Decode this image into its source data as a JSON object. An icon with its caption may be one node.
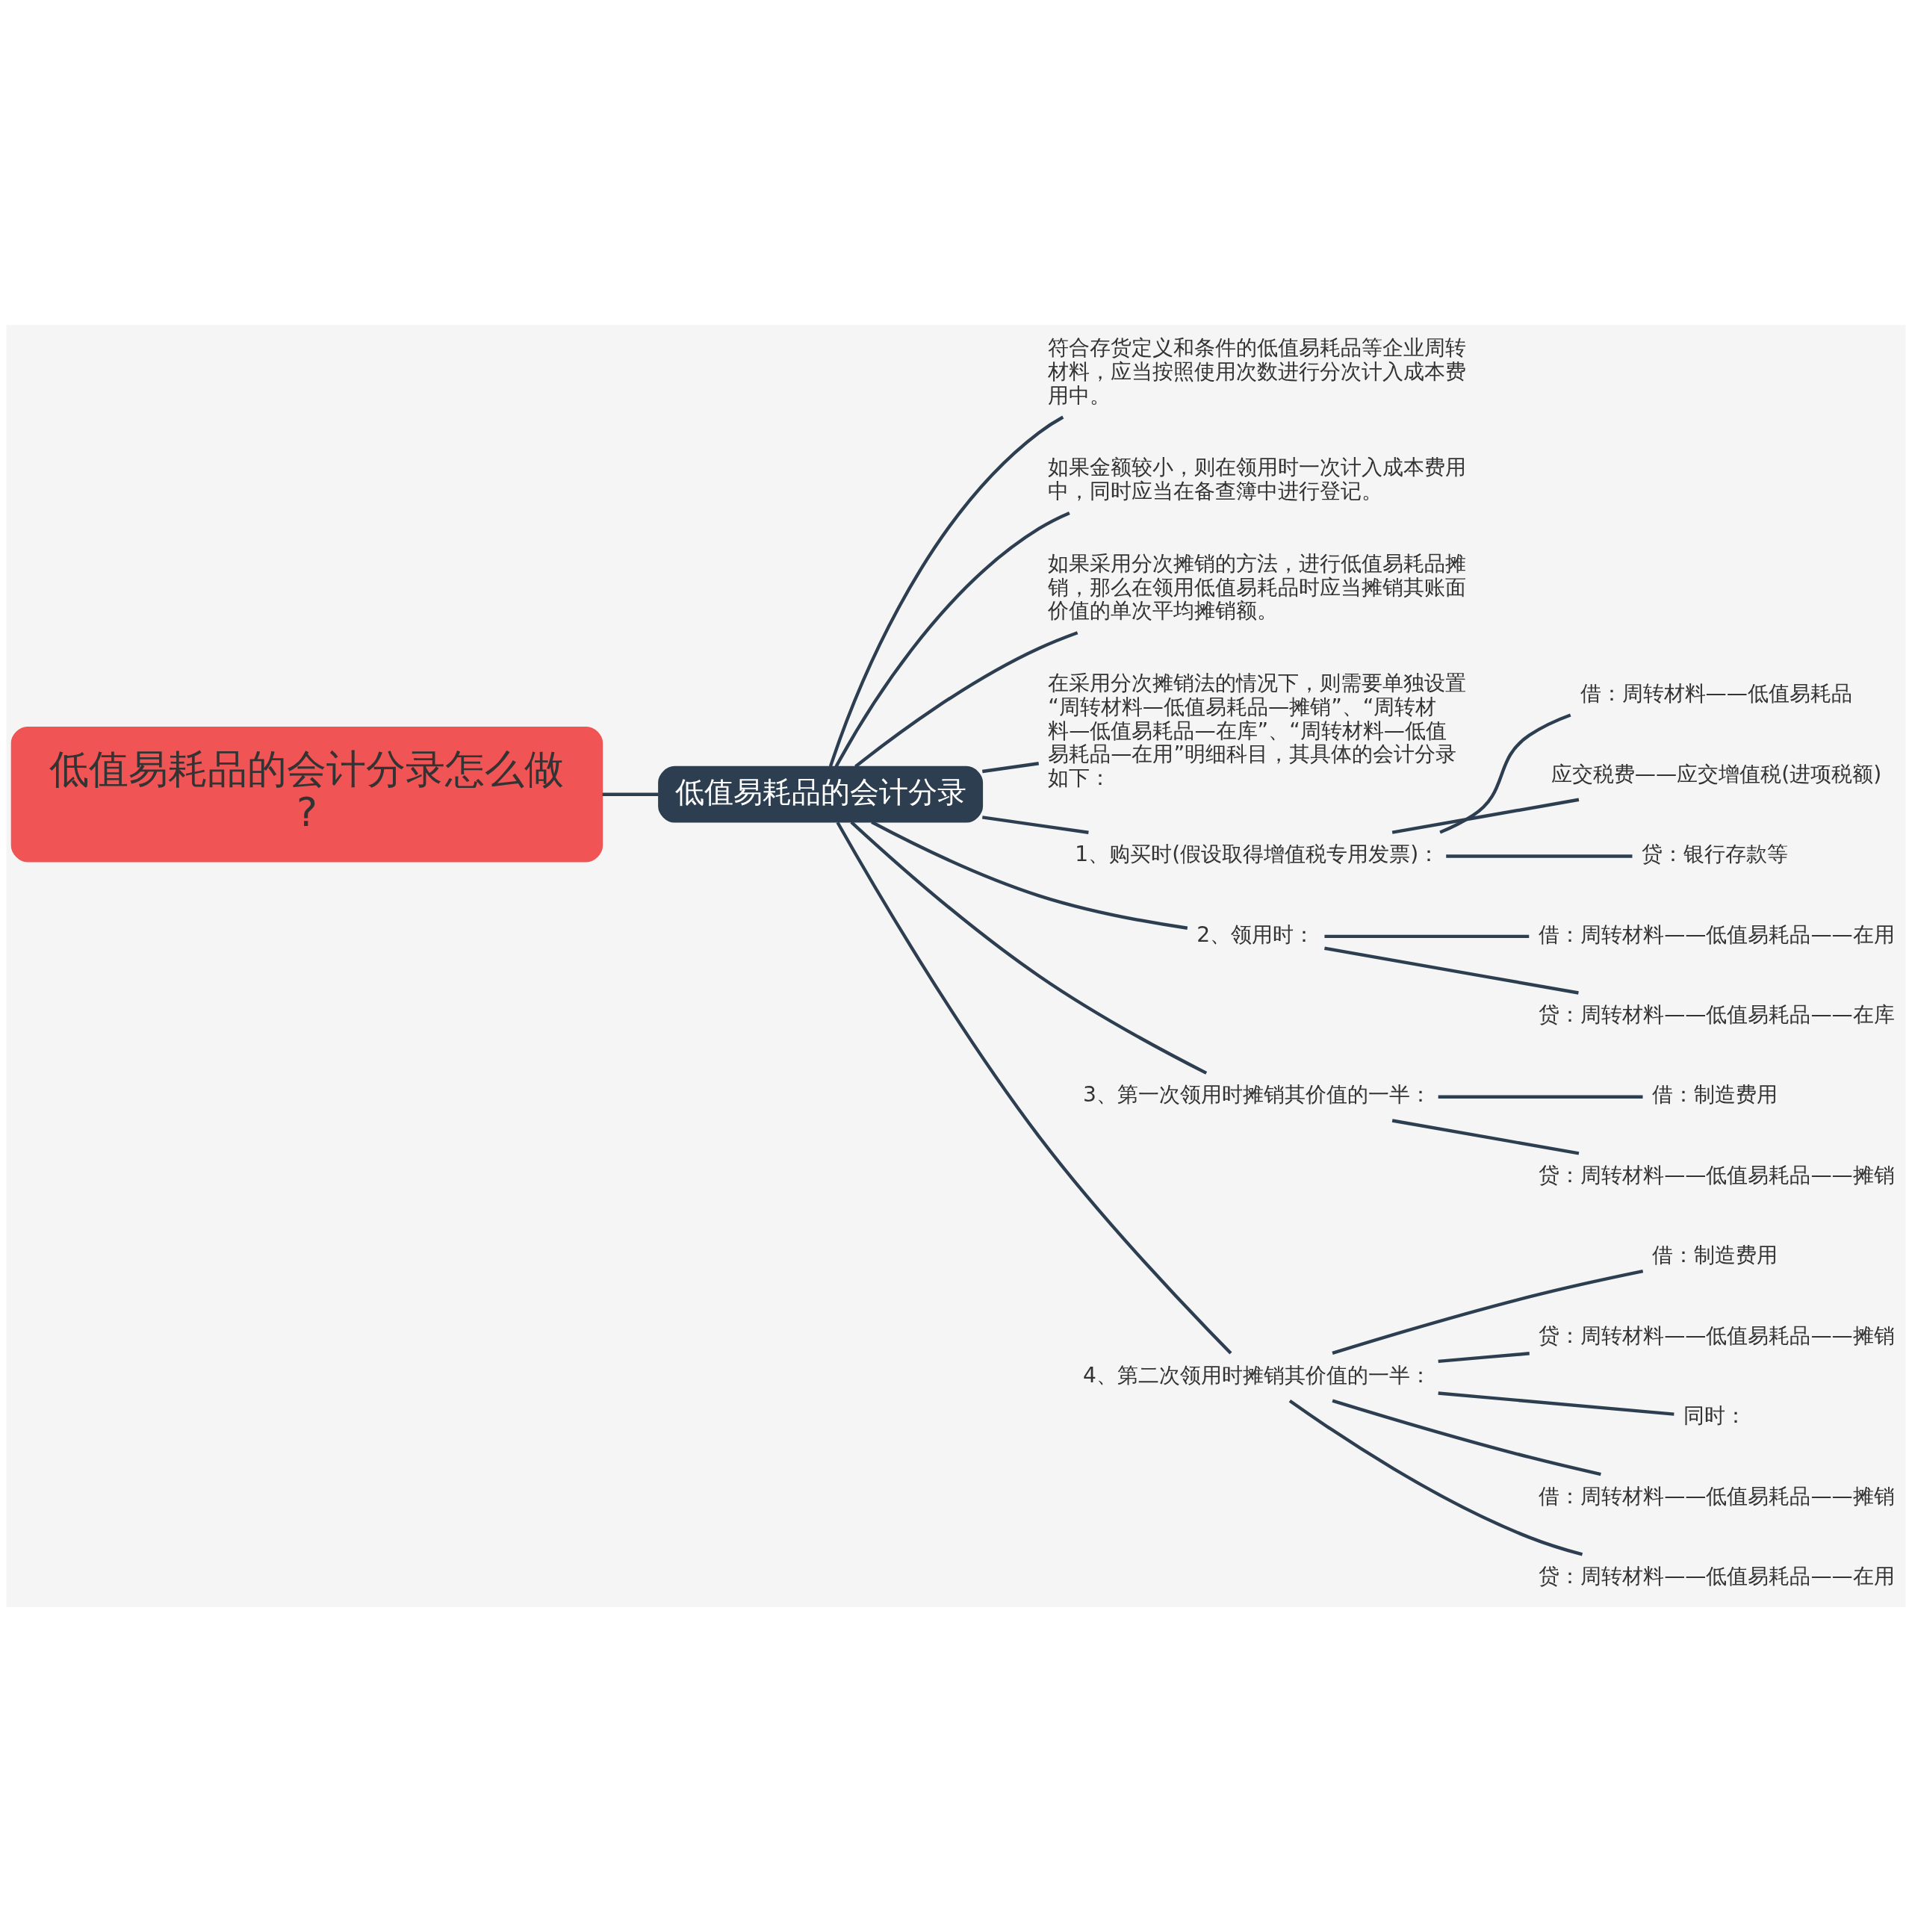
{
  "diagram": {
    "nodes": [
      {
        "text": [
          "低值易耗品的会计分录怎么做?"
        ]
      },
      {
        "text": [
          "低值易耗品的会计分录"
        ]
      },
      {
        "text": [
          "符合存货定义和条件的低值易耗品等企业周转材料，应当按照使用次数进行分次计入成本费用中。"
        ]
      },
      {
        "text": [
          "如果金额较小，则在领用时一次计入成本费用中，同时应当在备查簿中进行登记。"
        ]
      },
      {
        "text": [
          "如果采用分次摊销的方法，进行低值易耗品摊销，那么在领用低值易耗品时应当摊销其账面价值的单次平均摊销额。"
        ]
      },
      {
        "text": [
          "在采用分次摊销法的情况下，则需要单独设置“周转材料—低值易耗品—摊销”、“周转材料—低值易耗品—在库”、“周转材料—低值易耗品—在用”明细科目，其具体的会计分录如下："
        ]
      },
      {
        "text": [
          "1、购买时(假设取得增值税专用发票)："
        ]
      },
      {
        "text": [
          "借：周转材料——低值易耗品"
        ]
      },
      {
        "text": [
          "应交税费——应交增值税(进项税额)"
        ]
      },
      {
        "text": [
          "贷：银行存款等"
        ]
      },
      {
        "text": [
          "2、领用时："
        ]
      },
      {
        "text": [
          "借：周转材料——低值易耗品——在用"
        ]
      },
      {
        "text": [
          "贷：周转材料——低值易耗品——在库"
        ]
      },
      {
        "text": [
          "3、第一次领用时摊销其价值的一半："
        ]
      },
      {
        "text": [
          "借：制造费用"
        ]
      },
      {
        "text": [
          "贷：周转材料——低值易耗品——摊销"
        ]
      },
      {
        "text": [
          "4、第二次领用时摊销其价值的一半："
        ]
      },
      {
        "text": [
          "借：制造费用"
        ]
      },
      {
        "text": [
          "贷：周转材料——低值易耗品——摊销"
        ]
      },
      {
        "text": [
          "同时："
        ]
      },
      {
        "text": [
          "借：周转材料——低值易耗品——摊销"
        ]
      },
      {
        "text": [
          "贷：周转材料——低值易耗品——在用"
        ]
      }
    ],
    "edges": [
      {
        "from": 0,
        "to": 1,
        "arrow": "none"
      },
      {
        "from": 1,
        "to": 2,
        "arrow": "none"
      },
      {
        "from": 1,
        "to": 3,
        "arrow": "none"
      },
      {
        "from": 1,
        "to": 4,
        "arrow": "none"
      },
      {
        "from": 1,
        "to": 5,
        "arrow": "none"
      },
      {
        "from": 1,
        "to": 6,
        "arrow": "none"
      },
      {
        "from": 6,
        "to": 7,
        "arrow": "none"
      },
      {
        "from": 6,
        "to": 8,
        "arrow": "none"
      },
      {
        "from": 6,
        "to": 9,
        "arrow": "none"
      },
      {
        "from": 1,
        "to": 10,
        "arrow": "none"
      },
      {
        "from": 10,
        "to": 11,
        "arrow": "none"
      },
      {
        "from": 10,
        "to": 12,
        "arrow": "none"
      },
      {
        "from": 1,
        "to": 13,
        "arrow": "none"
      },
      {
        "from": 13,
        "to": 14,
        "arrow": "none"
      },
      {
        "from": 13,
        "to": 15,
        "arrow": "none"
      },
      {
        "from": 1,
        "to": 16,
        "arrow": "none"
      },
      {
        "from": 16,
        "to": 17,
        "arrow": "none"
      },
      {
        "from": 16,
        "to": 18,
        "arrow": "none"
      },
      {
        "from": 16,
        "to": 19,
        "arrow": "none"
      },
      {
        "from": 16,
        "to": 20,
        "arrow": "none"
      },
      {
        "from": 16,
        "to": 21,
        "arrow": "none"
      }
    ]
  }
}
